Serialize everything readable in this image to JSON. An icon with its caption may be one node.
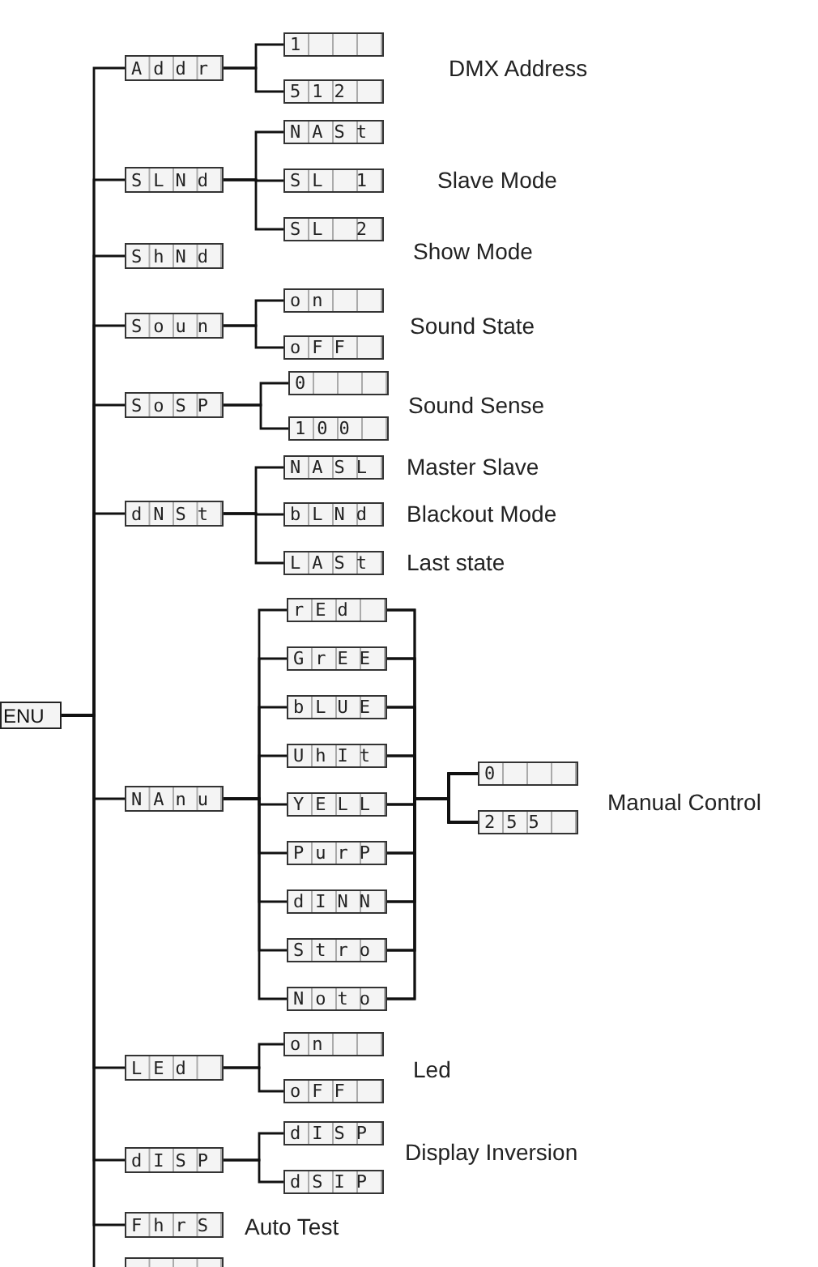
{
  "diagram": {
    "nodes": [
      {
        "text": [
          "ENU"
        ]
      },
      {
        "text": [
          "Addr"
        ]
      },
      {
        "text": [
          "1"
        ]
      },
      {
        "text": [
          "512"
        ]
      },
      {
        "text": [
          "SLNd"
        ]
      },
      {
        "text": [
          "NASt"
        ]
      },
      {
        "text": [
          "SL 1"
        ]
      },
      {
        "text": [
          "SL 2"
        ]
      },
      {
        "text": [
          "ShNd"
        ]
      },
      {
        "text": [
          "Soun"
        ]
      },
      {
        "text": [
          "on"
        ]
      },
      {
        "text": [
          "oFF"
        ]
      },
      {
        "text": [
          "SoSP"
        ]
      },
      {
        "text": [
          "0"
        ]
      },
      {
        "text": [
          "100"
        ]
      },
      {
        "text": [
          "dNSt"
        ]
      },
      {
        "text": [
          "NASL"
        ],
        "beside": [
          "Master Slave"
        ]
      },
      {
        "text": [
          "bLNd"
        ],
        "beside": [
          "Blackout Mode"
        ]
      },
      {
        "text": [
          "LASt"
        ],
        "beside": [
          "Last state"
        ]
      },
      {
        "text": [
          "NAnu"
        ]
      },
      {
        "text": [
          "rEd"
        ]
      },
      {
        "text": [
          "GrEE"
        ]
      },
      {
        "text": [
          "bLUE"
        ]
      },
      {
        "text": [
          "UhIt"
        ]
      },
      {
        "text": [
          "YELL"
        ]
      },
      {
        "text": [
          "PurP"
        ]
      },
      {
        "text": [
          "dINN"
        ]
      },
      {
        "text": [
          "Stro"
        ]
      },
      {
        "text": [
          "Noto"
        ]
      },
      {
        "text": [
          "0"
        ]
      },
      {
        "text": [
          "255"
        ]
      },
      {
        "text": [
          "LEd"
        ]
      },
      {
        "text": [
          "on"
        ]
      },
      {
        "text": [
          "oFF"
        ]
      },
      {
        "text": [
          "dISP"
        ]
      },
      {
        "text": [
          "dISP"
        ]
      },
      {
        "text": [
          "dSIP"
        ]
      },
      {
        "text": [
          "FhrS"
        ],
        "beside": [
          "Auto Test"
        ]
      },
      {
        "text": [],
        "shape": "box"
      }
    ],
    "edges": [
      {
        "from": 0,
        "to": 1,
        "arrow": "none"
      },
      {
        "from": 0,
        "to": 4,
        "arrow": "none"
      },
      {
        "from": 0,
        "to": 8,
        "arrow": "none"
      },
      {
        "from": 0,
        "to": 9,
        "arrow": "none"
      },
      {
        "from": 0,
        "to": 12,
        "arrow": "none"
      },
      {
        "from": 0,
        "to": 15,
        "arrow": "none"
      },
      {
        "from": 0,
        "to": 19,
        "arrow": "none"
      },
      {
        "from": 0,
        "to": 31,
        "arrow": "none"
      },
      {
        "from": 0,
        "to": 34,
        "arrow": "none"
      },
      {
        "from": 0,
        "to": 37,
        "arrow": "none"
      },
      {
        "from": 0,
        "to": 38,
        "arrow": "none"
      },
      {
        "from": 1,
        "to": 2,
        "arrow": "none"
      },
      {
        "from": 1,
        "to": 3,
        "arrow": "none"
      },
      {
        "from": 4,
        "to": 5,
        "arrow": "none"
      },
      {
        "from": 4,
        "to": 6,
        "arrow": "none"
      },
      {
        "from": 4,
        "to": 7,
        "arrow": "none"
      },
      {
        "from": 9,
        "to": 10,
        "arrow": "none"
      },
      {
        "from": 9,
        "to": 11,
        "arrow": "none"
      },
      {
        "from": 12,
        "to": 13,
        "arrow": "none"
      },
      {
        "from": 12,
        "to": 14,
        "arrow": "none"
      },
      {
        "from": 15,
        "to": 16,
        "arrow": "none"
      },
      {
        "from": 15,
        "to": 17,
        "arrow": "none"
      },
      {
        "from": 15,
        "to": 18,
        "arrow": "none"
      },
      {
        "from": 19,
        "to": 20,
        "arrow": "none"
      },
      {
        "from": 19,
        "to": 21,
        "arrow": "none"
      },
      {
        "from": 19,
        "to": 22,
        "arrow": "none"
      },
      {
        "from": 19,
        "to": 23,
        "arrow": "none"
      },
      {
        "from": 19,
        "to": 24,
        "arrow": "none"
      },
      {
        "from": 19,
        "to": 25,
        "arrow": "none"
      },
      {
        "from": 19,
        "to": 26,
        "arrow": "none"
      },
      {
        "from": 19,
        "to": 27,
        "arrow": "none"
      },
      {
        "from": 19,
        "to": 28,
        "arrow": "none"
      },
      {
        "from": 20,
        "to": 29,
        "arrow": "none"
      },
      {
        "from": 20,
        "to": 30,
        "arrow": "none"
      },
      {
        "from": 21,
        "to": 29,
        "arrow": "none"
      },
      {
        "from": 21,
        "to": 30,
        "arrow": "none"
      },
      {
        "from": 22,
        "to": 29,
        "arrow": "none"
      },
      {
        "from": 22,
        "to": 30,
        "arrow": "none"
      },
      {
        "from": 23,
        "to": 29,
        "arrow": "none"
      },
      {
        "from": 23,
        "to": 30,
        "arrow": "none"
      },
      {
        "from": 24,
        "to": 29,
        "arrow": "none"
      },
      {
        "from": 24,
        "to": 30,
        "arrow": "none"
      },
      {
        "from": 25,
        "to": 29,
        "arrow": "none"
      },
      {
        "from": 25,
        "to": 30,
        "arrow": "none"
      },
      {
        "from": 26,
        "to": 29,
        "arrow": "none"
      },
      {
        "from": 26,
        "to": 30,
        "arrow": "none"
      },
      {
        "from": 27,
        "to": 29,
        "arrow": "none"
      },
      {
        "from": 27,
        "to": 30,
        "arrow": "none"
      },
      {
        "from": 28,
        "to": 29,
        "arrow": "none"
      },
      {
        "from": 28,
        "to": 30,
        "arrow": "none"
      },
      {
        "from": 31,
        "to": 32,
        "arrow": "none"
      },
      {
        "from": 31,
        "to": 33,
        "arrow": "none"
      },
      {
        "from": 34,
        "to": 35,
        "arrow": "none"
      },
      {
        "from": 34,
        "to": 36,
        "arrow": "none"
      }
    ],
    "labels": [
      "DMX Address",
      "Slave Mode",
      "Show Mode",
      "Sound State",
      "Sound Sense",
      "Manual Control",
      "Led",
      "Display Inversion"
    ]
  }
}
